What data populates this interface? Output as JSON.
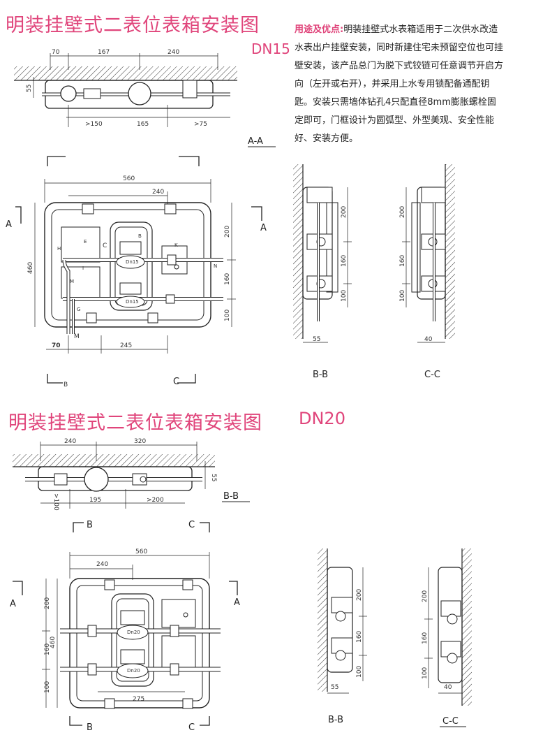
{
  "titles": {
    "dn15_title": "明装挂壁式二表位表箱安装图",
    "dn15_size": "DN15",
    "dn20_title": "明装挂壁式二表位表箱安装图",
    "dn20_size": "DN20"
  },
  "usage": {
    "heading": "用途及优点:",
    "text": "明装挂壁式水表箱适用于二次供水改造水表出户挂壁安装，同时新建住宅未预留空位也可挂壁安装，该产品总门为脱下式铰链可任意调节开启方向（左开或右开），并采用上水专用锁配备通配钥匙。安装只需墙体钻孔4只配直径8mm膨胀螺栓固定即可，门框设计为圆弧型、外型美观、安全性能好、安装方便。"
  },
  "dn15": {
    "top_dims": [
      "70",
      "167",
      "240"
    ],
    "top_side": "55",
    "bottom_dims": [
      ">150",
      "165",
      ">75"
    ],
    "section_aa": "A-A",
    "width_560": "560",
    "width_240": "240",
    "height_460": "460",
    "v_dims": [
      "200",
      "160",
      "100"
    ],
    "bottom_70": "70",
    "bottom_245": "245",
    "cut_a_left": "A",
    "cut_a_right": "A",
    "cut_b": "B",
    "cut_c": "C",
    "parts": [
      "B",
      "E",
      "C",
      "K",
      "H",
      "I",
      "N",
      "M",
      "G",
      "M"
    ],
    "meter_label": "Dn15",
    "bb": {
      "dims": [
        "200",
        "160",
        "100"
      ],
      "bottom": "55",
      "label": "B-B"
    },
    "cc": {
      "dims": [
        "200",
        "160",
        "100"
      ],
      "bottom": "40",
      "label": "C-C"
    }
  },
  "dn20": {
    "top_dims": [
      "240",
      "320"
    ],
    "top_side": "55",
    "bottom_dims": [
      ">100",
      "195",
      ">200"
    ],
    "section_bb": "B-B",
    "width_560": "560",
    "width_240": "240",
    "height_460": "460",
    "v_dims": [
      "200",
      "160",
      "100"
    ],
    "bottom_275": "275",
    "cut_a_left": "A",
    "cut_a_right": "A",
    "cut_b_top": "B",
    "cut_c_top": "C",
    "cut_b_bottom": "B",
    "cut_c_bottom": "C",
    "meter_label": "Dn20",
    "bb": {
      "dims": [
        "200",
        "160",
        "100"
      ],
      "bottom": "55",
      "label": "B-B"
    },
    "cc": {
      "dims": [
        "200",
        "160",
        "100"
      ],
      "bottom": "40",
      "label": "C-C"
    }
  }
}
